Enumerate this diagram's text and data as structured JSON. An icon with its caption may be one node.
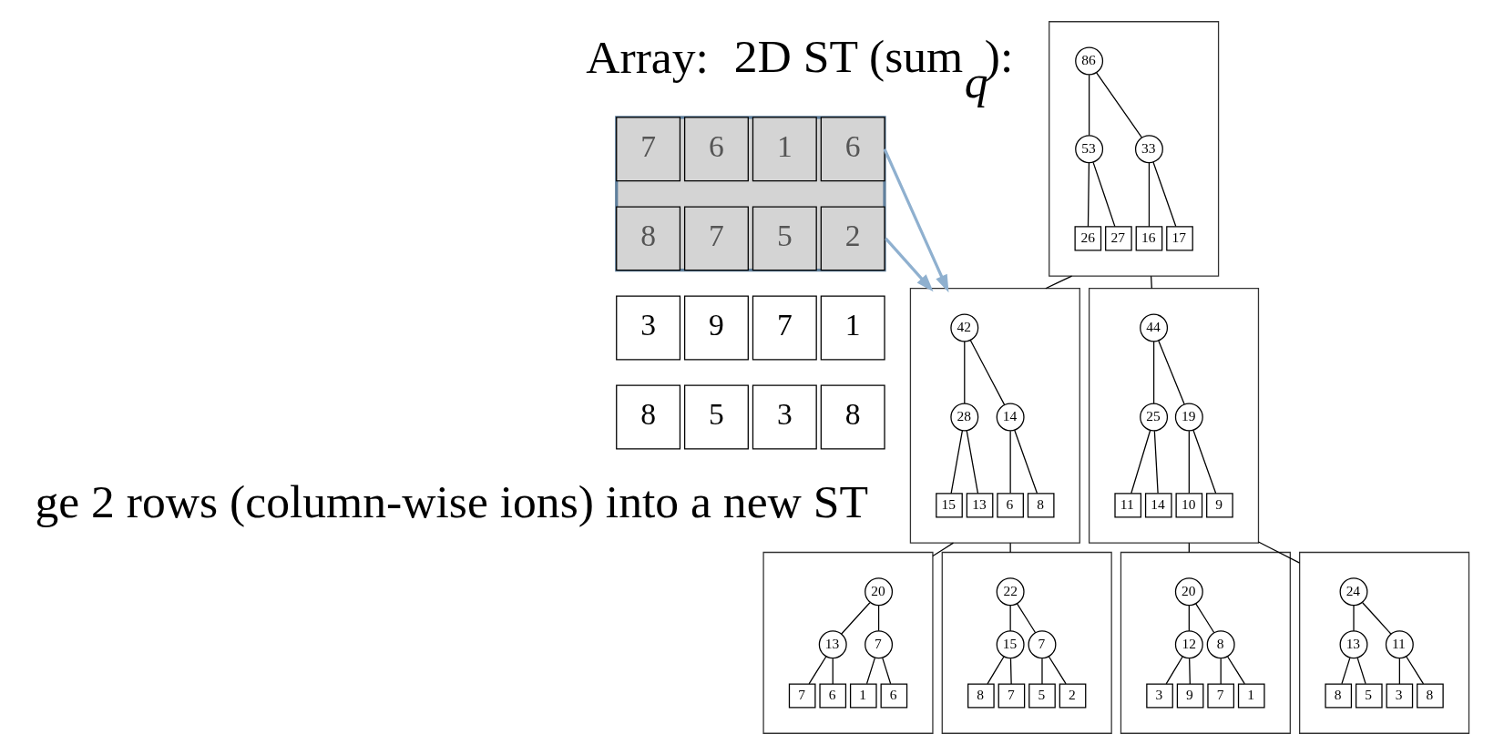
{
  "diagram": {
    "nodes": [
      {
        "text": [],
        "shape": "box"
      },
      {
        "text": [
          "7"
        ],
        "in": 0
      },
      {
        "text": [
          "6"
        ],
        "in": 0
      },
      {
        "text": [
          "1"
        ],
        "in": 0
      },
      {
        "text": [
          "6"
        ],
        "in": 0
      },
      {
        "text": [
          "8"
        ],
        "in": 0
      },
      {
        "text": [
          "7"
        ],
        "in": 0
      },
      {
        "text": [
          "5"
        ],
        "in": 0
      },
      {
        "text": [
          "2"
        ],
        "in": 0
      },
      {
        "text": [
          "3"
        ]
      },
      {
        "text": [
          "9"
        ]
      },
      {
        "text": [
          "7"
        ]
      },
      {
        "text": [
          "1"
        ]
      },
      {
        "text": [
          "8"
        ]
      },
      {
        "text": [
          "5"
        ]
      },
      {
        "text": [
          "3"
        ]
      },
      {
        "text": [
          "8"
        ]
      },
      {
        "text": [],
        "shape": "box"
      },
      {
        "text": [
          "86"
        ],
        "in": 17
      },
      {
        "text": [
          "53"
        ],
        "in": 17
      },
      {
        "text": [
          "33"
        ],
        "in": 17
      },
      {
        "text": [
          "26"
        ],
        "in": 17
      },
      {
        "text": [
          "27"
        ],
        "in": 17
      },
      {
        "text": [
          "16"
        ],
        "in": 17
      },
      {
        "text": [
          "17"
        ],
        "in": 17
      },
      {
        "text": [],
        "shape": "box"
      },
      {
        "text": [
          "42"
        ],
        "in": 25
      },
      {
        "text": [
          "28"
        ],
        "in": 25
      },
      {
        "text": [
          "14"
        ],
        "in": 25
      },
      {
        "text": [
          "15"
        ],
        "in": 25
      },
      {
        "text": [
          "13"
        ],
        "in": 25
      },
      {
        "text": [
          "6"
        ],
        "in": 25
      },
      {
        "text": [
          "8"
        ],
        "in": 25
      },
      {
        "text": [],
        "shape": "box"
      },
      {
        "text": [
          "44"
        ],
        "in": 33
      },
      {
        "text": [
          "25"
        ],
        "in": 33
      },
      {
        "text": [
          "19"
        ],
        "in": 33
      },
      {
        "text": [
          "11"
        ],
        "in": 33
      },
      {
        "text": [
          "14"
        ],
        "in": 33
      },
      {
        "text": [
          "10"
        ],
        "in": 33
      },
      {
        "text": [
          "9"
        ],
        "in": 33
      },
      {
        "text": [],
        "shape": "box"
      },
      {
        "text": [
          "20"
        ],
        "in": 41
      },
      {
        "text": [
          "13"
        ],
        "in": 41
      },
      {
        "text": [
          "7"
        ],
        "in": 41
      },
      {
        "text": [
          "7"
        ],
        "in": 41
      },
      {
        "text": [
          "6"
        ],
        "in": 41
      },
      {
        "text": [
          "1"
        ],
        "in": 41
      },
      {
        "text": [
          "6"
        ],
        "in": 41
      },
      {
        "text": [],
        "shape": "box"
      },
      {
        "text": [
          "22"
        ],
        "in": 49
      },
      {
        "text": [
          "15"
        ],
        "in": 49
      },
      {
        "text": [
          "7"
        ],
        "in": 49
      },
      {
        "text": [
          "8"
        ],
        "in": 49
      },
      {
        "text": [
          "7"
        ],
        "in": 49
      },
      {
        "text": [
          "5"
        ],
        "in": 49
      },
      {
        "text": [
          "2"
        ],
        "in": 49
      },
      {
        "text": [],
        "shape": "box"
      },
      {
        "text": [
          "20"
        ],
        "in": 57
      },
      {
        "text": [
          "12"
        ],
        "in": 57
      },
      {
        "text": [
          "8"
        ],
        "in": 57
      },
      {
        "text": [
          "3"
        ],
        "in": 57
      },
      {
        "text": [
          "9"
        ],
        "in": 57
      },
      {
        "text": [
          "7"
        ],
        "in": 57
      },
      {
        "text": [
          "1"
        ],
        "in": 57
      },
      {
        "text": [],
        "shape": "box"
      },
      {
        "text": [
          "24"
        ],
        "in": 65
      },
      {
        "text": [
          "13"
        ],
        "in": 65
      },
      {
        "text": [
          "11"
        ],
        "in": 65
      },
      {
        "text": [
          "8"
        ],
        "in": 65
      },
      {
        "text": [
          "5"
        ],
        "in": 65
      },
      {
        "text": [
          "3"
        ],
        "in": 65
      },
      {
        "text": [
          "8"
        ],
        "in": 65
      }
    ],
    "edges": [
      {
        "from": 18,
        "to": 19,
        "arrow": "none"
      },
      {
        "from": 18,
        "to": 20,
        "arrow": "none"
      },
      {
        "from": 19,
        "to": 21,
        "arrow": "none"
      },
      {
        "from": 19,
        "to": 22,
        "arrow": "none"
      },
      {
        "from": 20,
        "to": 23,
        "arrow": "none"
      },
      {
        "from": 20,
        "to": 24,
        "arrow": "none"
      },
      {
        "from": 17,
        "to": 25,
        "arrow": "none"
      },
      {
        "from": 17,
        "to": 33,
        "arrow": "none"
      },
      {
        "from": 4,
        "to": 25,
        "arrow": "to",
        "color": "#8fb0cf"
      },
      {
        "from": 8,
        "to": 25,
        "arrow": "to",
        "color": "#8fb0cf"
      },
      {
        "from": 26,
        "to": 27,
        "arrow": "none"
      },
      {
        "from": 26,
        "to": 28,
        "arrow": "none"
      },
      {
        "from": 27,
        "to": 29,
        "arrow": "none"
      },
      {
        "from": 27,
        "to": 30,
        "arrow": "none"
      },
      {
        "from": 28,
        "to": 31,
        "arrow": "none"
      },
      {
        "from": 28,
        "to": 32,
        "arrow": "none"
      },
      {
        "from": 34,
        "to": 35,
        "arrow": "none"
      },
      {
        "from": 34,
        "to": 36,
        "arrow": "none"
      },
      {
        "from": 35,
        "to": 37,
        "arrow": "none"
      },
      {
        "from": 35,
        "to": 38,
        "arrow": "none"
      },
      {
        "from": 36,
        "to": 39,
        "arrow": "none"
      },
      {
        "from": 36,
        "to": 40,
        "arrow": "none"
      },
      {
        "from": 25,
        "to": 41,
        "arrow": "none"
      },
      {
        "from": 25,
        "to": 49,
        "arrow": "none"
      },
      {
        "from": 33,
        "to": 57,
        "arrow": "none"
      },
      {
        "from": 33,
        "to": 65,
        "arrow": "none"
      },
      {
        "from": 42,
        "to": 43,
        "arrow": "none"
      },
      {
        "from": 42,
        "to": 44,
        "arrow": "none"
      },
      {
        "from": 43,
        "to": 45,
        "arrow": "none"
      },
      {
        "from": 43,
        "to": 46,
        "arrow": "none"
      },
      {
        "from": 44,
        "to": 47,
        "arrow": "none"
      },
      {
        "from": 44,
        "to": 48,
        "arrow": "none"
      },
      {
        "from": 50,
        "to": 51,
        "arrow": "none"
      },
      {
        "from": 50,
        "to": 52,
        "arrow": "none"
      },
      {
        "from": 51,
        "to": 53,
        "arrow": "none"
      },
      {
        "from": 51,
        "to": 54,
        "arrow": "none"
      },
      {
        "from": 52,
        "to": 55,
        "arrow": "none"
      },
      {
        "from": 52,
        "to": 56,
        "arrow": "none"
      },
      {
        "from": 58,
        "to": 59,
        "arrow": "none"
      },
      {
        "from": 58,
        "to": 60,
        "arrow": "none"
      },
      {
        "from": 59,
        "to": 61,
        "arrow": "none"
      },
      {
        "from": 59,
        "to": 62,
        "arrow": "none"
      },
      {
        "from": 60,
        "to": 63,
        "arrow": "none"
      },
      {
        "from": 60,
        "to": 64,
        "arrow": "none"
      },
      {
        "from": 66,
        "to": 67,
        "arrow": "none"
      },
      {
        "from": 66,
        "to": 68,
        "arrow": "none"
      },
      {
        "from": 67,
        "to": 69,
        "arrow": "none"
      },
      {
        "from": 67,
        "to": 70,
        "arrow": "none"
      },
      {
        "from": 68,
        "to": 71,
        "arrow": "none"
      },
      {
        "from": 68,
        "to": 72,
        "arrow": "none"
      }
    ],
    "labels": [
      "Array:",
      "2D ST (sum$_{q}$):",
      "ge 2 rows (column-wise ions) into a new ST"
    ]
  }
}
